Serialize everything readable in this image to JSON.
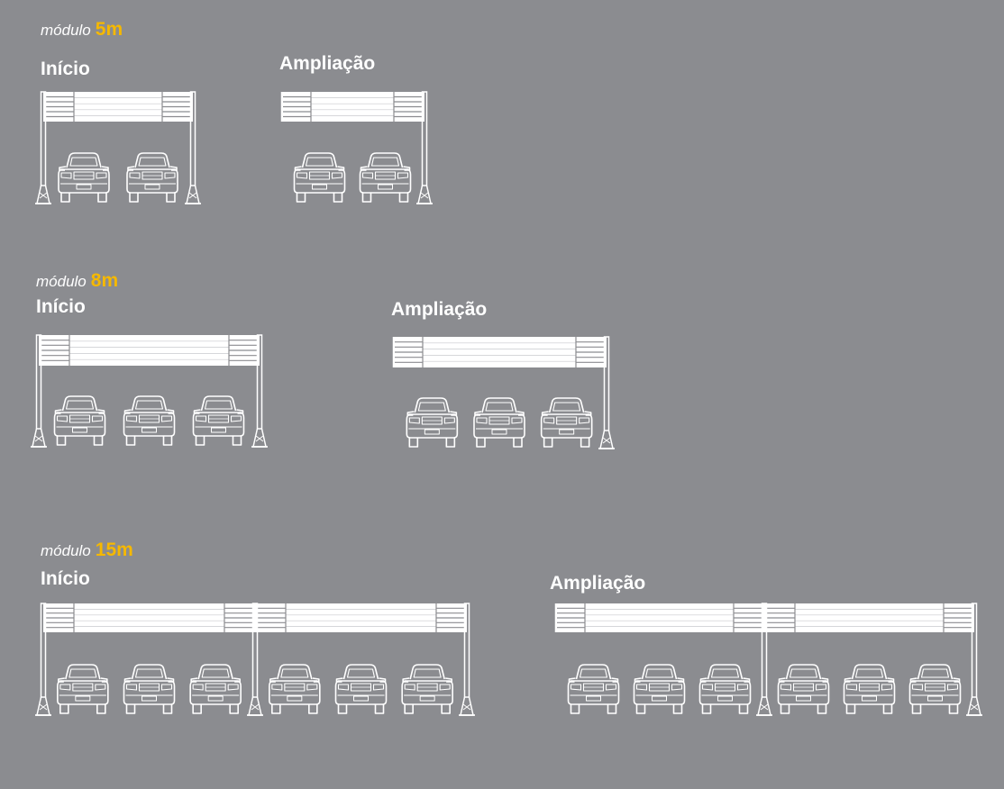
{
  "palette": {
    "background": "#8b8c90",
    "line": "#ffffff",
    "accent": "#f5b800"
  },
  "sections": [
    {
      "modulo_prefix": "módulo",
      "modulo_size": "5m",
      "inicio_label": "Início",
      "ampliacao_label": "Ampliação",
      "inicio": {
        "frames": 1,
        "cars": 2
      },
      "ampliacao": {
        "frames": 1,
        "cars": 2
      }
    },
    {
      "modulo_prefix": "módulo",
      "modulo_size": "8m",
      "inicio_label": "Início",
      "ampliacao_label": "Ampliação",
      "inicio": {
        "frames": 1,
        "cars": 3
      },
      "ampliacao": {
        "frames": 1,
        "cars": 3
      }
    },
    {
      "modulo_prefix": "módulo",
      "modulo_size": "15m",
      "inicio_label": "Início",
      "ampliacao_label": "Ampliação",
      "inicio": {
        "frames": 2,
        "cars": 6
      },
      "ampliacao": {
        "frames": 2,
        "cars": 6
      }
    }
  ]
}
